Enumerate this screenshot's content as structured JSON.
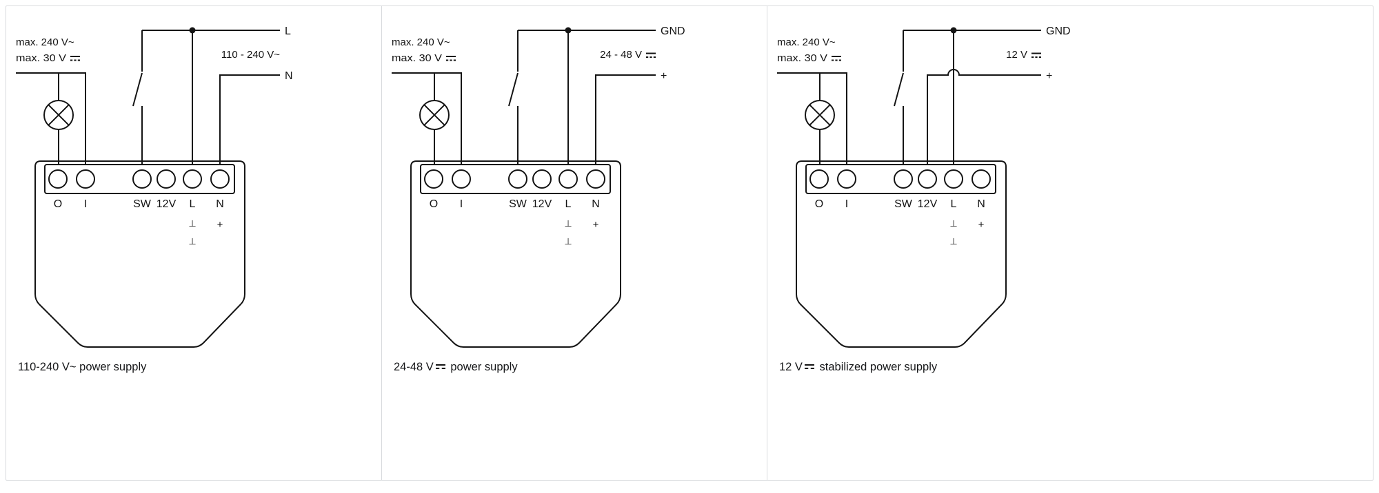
{
  "panels": [
    {
      "variant": "ac",
      "load_ratings": {
        "line1": "max. 240 V~",
        "line2": "max. 30 V⎓",
        "line2_prefix": "max. 30 V"
      },
      "supply": {
        "top_label": "L",
        "bottom_label": "N",
        "voltage": "110 - 240 V~",
        "voltage_prefix": "110 - 240 V~"
      },
      "terminals": {
        "labels": [
          "O",
          "I",
          "SW",
          "12V",
          "L",
          "N"
        ],
        "l_ground_marks": [
          "⊥",
          "⊥"
        ],
        "n_plus_mark": "+"
      },
      "caption": {
        "text": "110-240 V~ power supply",
        "prefix": "110-240 V~ power supply",
        "suffix": ""
      }
    },
    {
      "variant": "dc",
      "load_ratings": {
        "line1": "max. 240 V~",
        "line2": "max. 30 V⎓",
        "line2_prefix": "max. 30 V"
      },
      "supply": {
        "top_label": "GND",
        "bottom_label": "+",
        "voltage": "24 - 48 V⎓",
        "voltage_prefix": "24 - 48 V"
      },
      "terminals": {
        "labels": [
          "O",
          "I",
          "SW",
          "12V",
          "L",
          "N"
        ],
        "l_ground_marks": [
          "⊥",
          "⊥"
        ],
        "n_plus_mark": "+"
      },
      "caption": {
        "text": "24-48 V⎓ power supply",
        "prefix": "24-48 V",
        "suffix": " power supply"
      }
    },
    {
      "variant": "dc12",
      "load_ratings": {
        "line1": "max. 240 V~",
        "line2": "max. 30 V⎓",
        "line2_prefix": "max. 30 V"
      },
      "supply": {
        "top_label": "GND",
        "bottom_label": "+",
        "voltage": "12 V⎓",
        "voltage_prefix": "12 V"
      },
      "terminals": {
        "labels": [
          "O",
          "I",
          "SW",
          "12V",
          "L",
          "N"
        ],
        "l_ground_marks": [
          "⊥",
          "⊥"
        ],
        "n_plus_mark": "+"
      },
      "caption": {
        "text": "12 V⎓ stabilized power supply",
        "prefix": "12 V",
        "suffix": " stabilized power supply"
      }
    }
  ],
  "icons": {
    "lamp-icon": "circle with X (load/lamp)",
    "switch-icon": "open switch blade",
    "dc-symbol-icon": "solid line over dashed line (⎓)",
    "ground-symbol": "⊥",
    "plus-symbol": "+",
    "junction-dot": "filled wire junction dot",
    "wire-hop": "semicircular wire crossover"
  }
}
